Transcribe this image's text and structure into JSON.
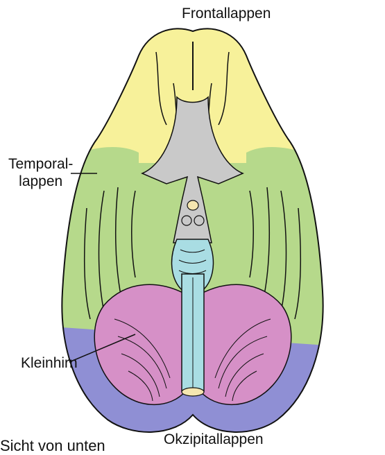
{
  "labels": {
    "frontal": "Frontallappen",
    "temporal_line1": "Temporal-",
    "temporal_line2": "lappen",
    "cerebellum": "Kleinhirn",
    "occipital": "Okzipitallappen",
    "view": "Sicht von unten"
  },
  "colors": {
    "frontal": "#f7f19a",
    "temporal": "#b6d98b",
    "occipital": "#8f8fd4",
    "cerebellum": "#d690c7",
    "brainstem": "#a9dde3",
    "midbrain": "#c9c9c9",
    "outline": "#111111"
  }
}
